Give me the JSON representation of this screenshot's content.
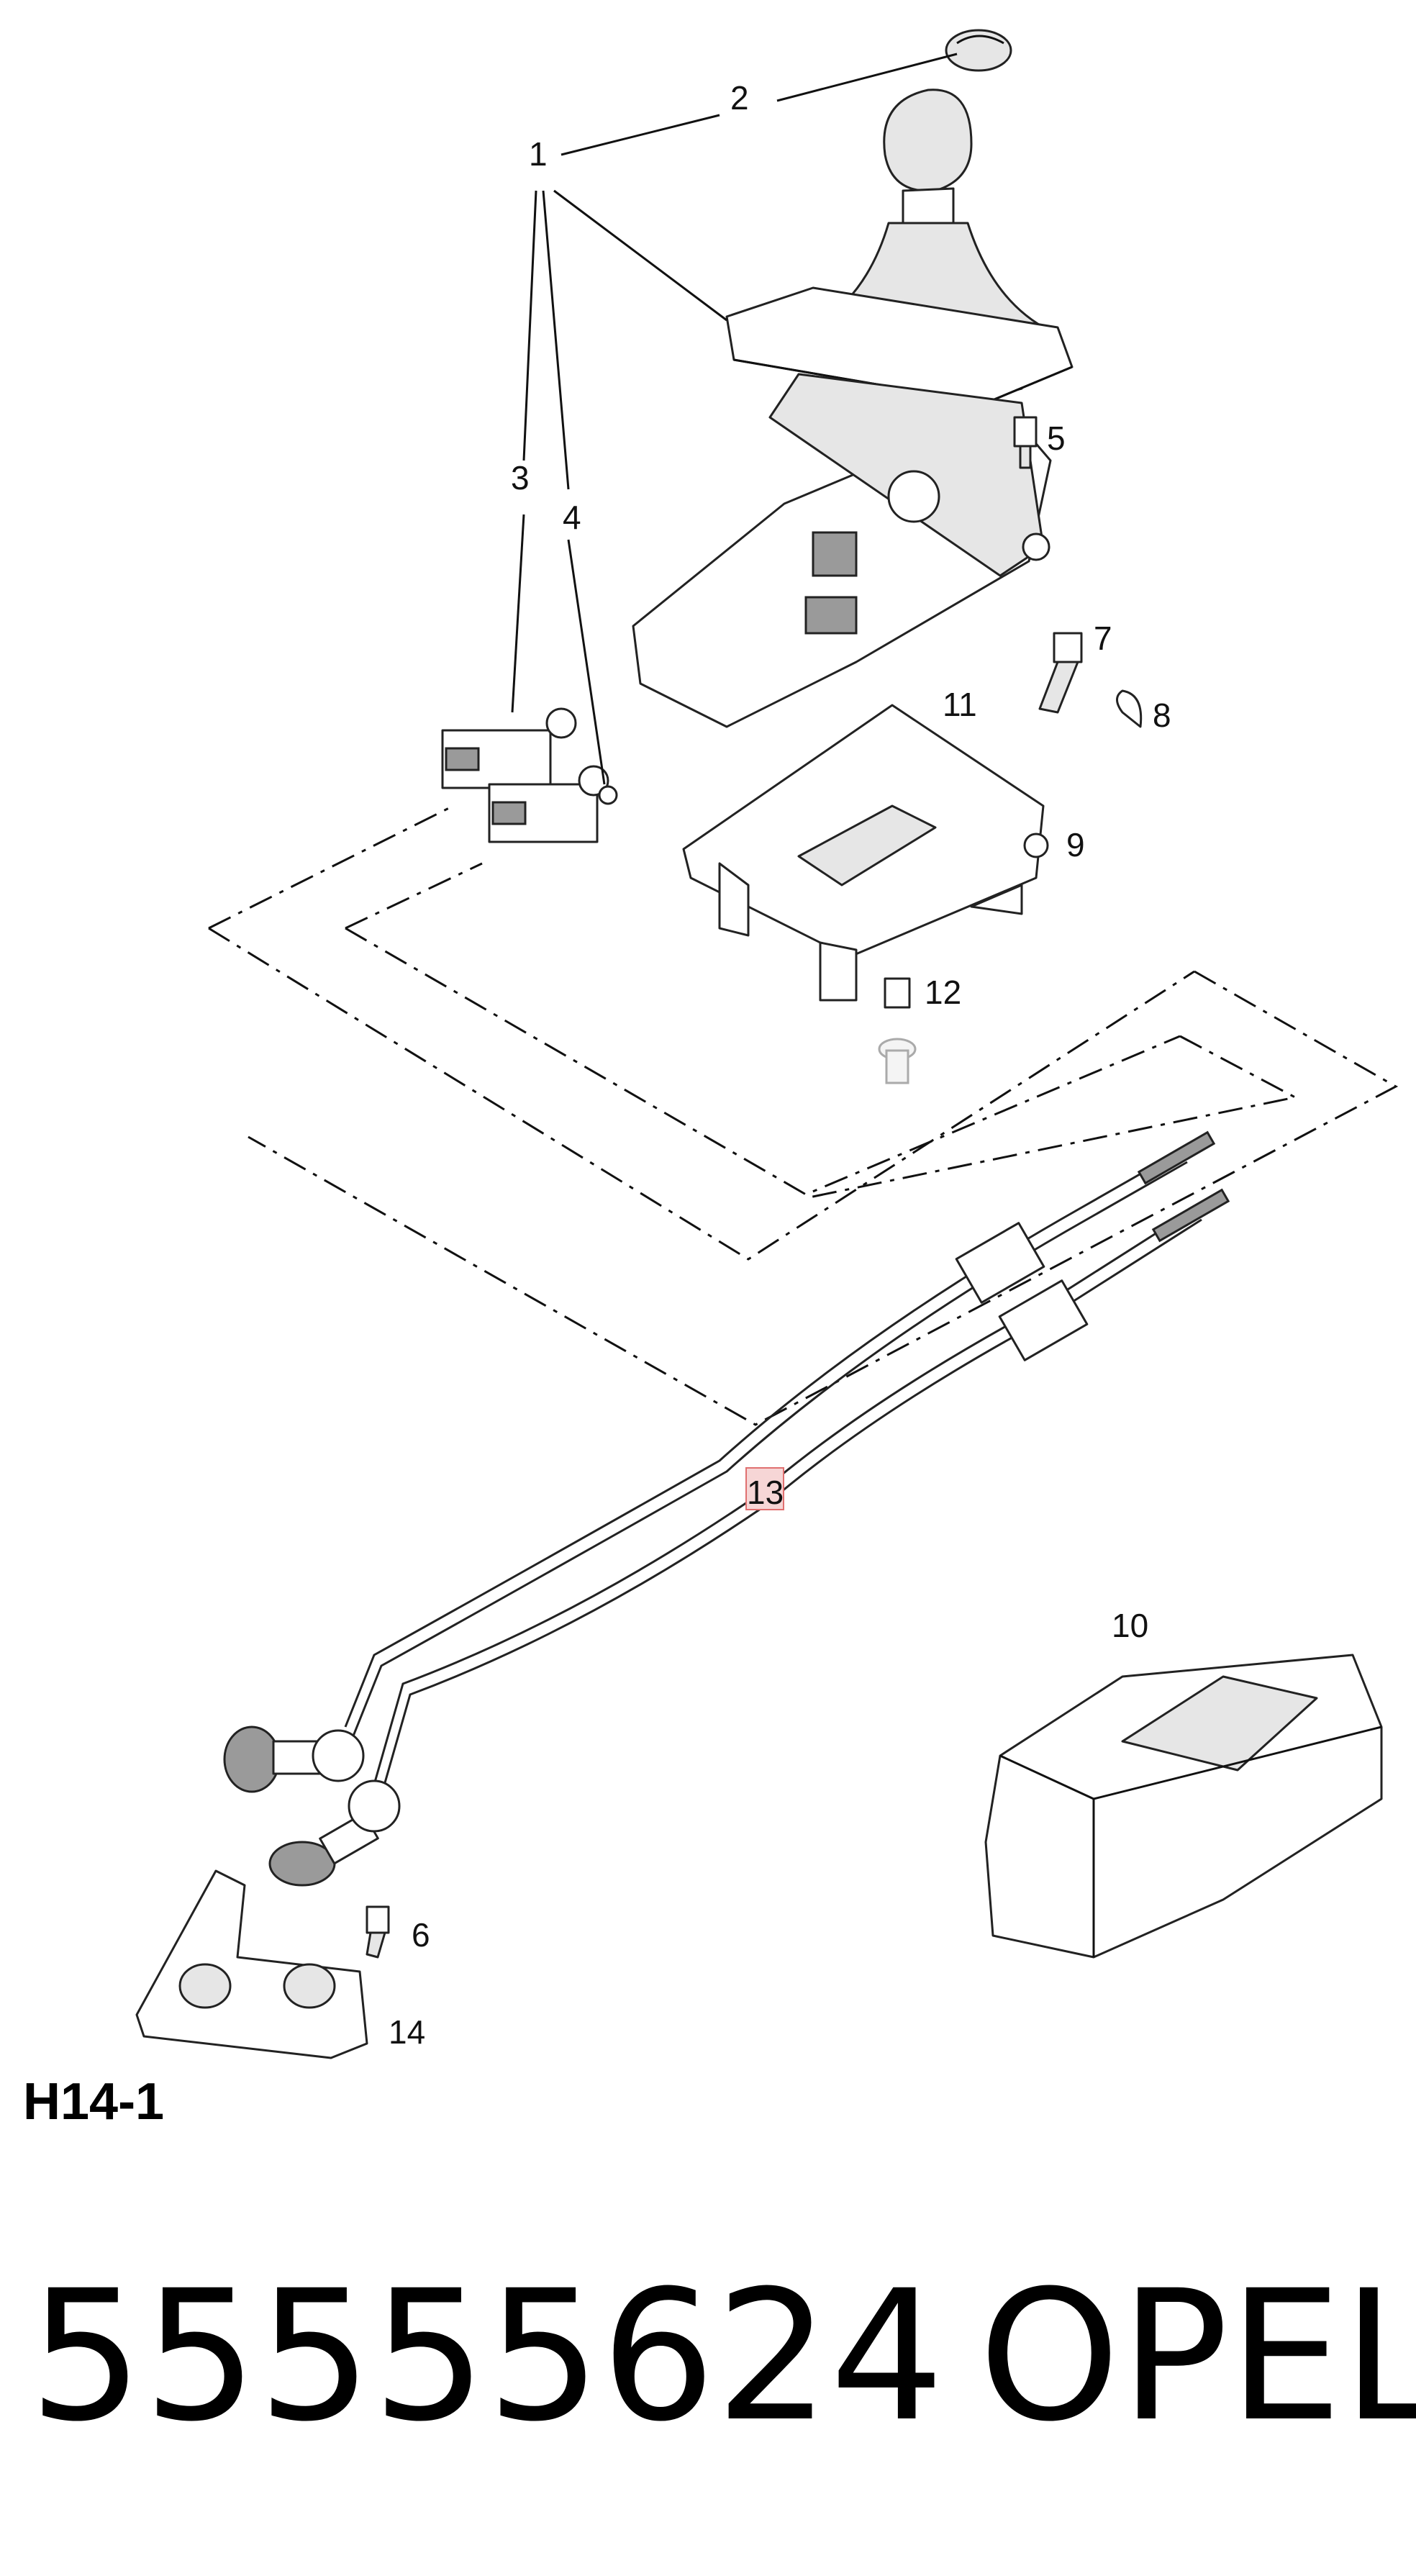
{
  "diagram": {
    "reference": "H14-1",
    "callouts": {
      "c1": "1",
      "c2": "2",
      "c3": "3",
      "c4": "4",
      "c5": "5",
      "c6": "6",
      "c7": "7",
      "c8": "8",
      "c9": "9",
      "c10": "10",
      "c11": "11",
      "c12": "12",
      "c13": "13",
      "c14": "14"
    }
  },
  "footer": {
    "part_number": "55555624",
    "brand": "OPEL"
  }
}
